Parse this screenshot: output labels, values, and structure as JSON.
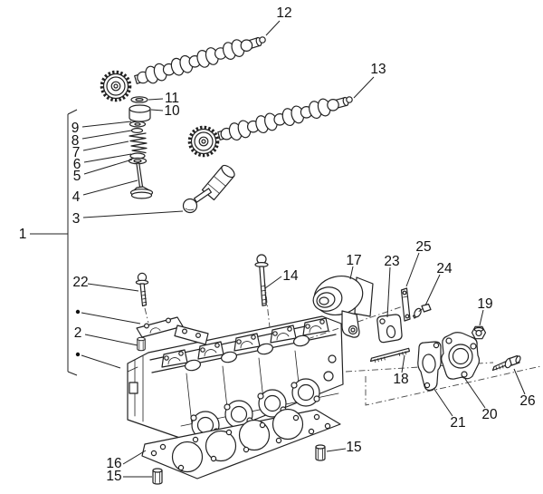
{
  "diagram": {
    "background": "#ffffff",
    "line_color": "#222222",
    "label_color": "#111111",
    "style": "black-and-white exploded parts line drawing"
  },
  "callouts": [
    {
      "num": "1"
    },
    {
      "num": "2"
    },
    {
      "num": "3"
    },
    {
      "num": "4"
    },
    {
      "num": "5"
    },
    {
      "num": "6"
    },
    {
      "num": "7"
    },
    {
      "num": "8"
    },
    {
      "num": "9"
    },
    {
      "num": "10"
    },
    {
      "num": "11"
    },
    {
      "num": "12"
    },
    {
      "num": "13"
    },
    {
      "num": "14"
    },
    {
      "num": "15"
    },
    {
      "num": "15"
    },
    {
      "num": "16"
    },
    {
      "num": "17"
    },
    {
      "num": "18"
    },
    {
      "num": "19"
    },
    {
      "num": "20"
    },
    {
      "num": "21"
    },
    {
      "num": "22"
    },
    {
      "num": "23"
    },
    {
      "num": "24"
    },
    {
      "num": "25"
    },
    {
      "num": "26"
    }
  ],
  "bullet_markers": [
    "•",
    "•"
  ]
}
